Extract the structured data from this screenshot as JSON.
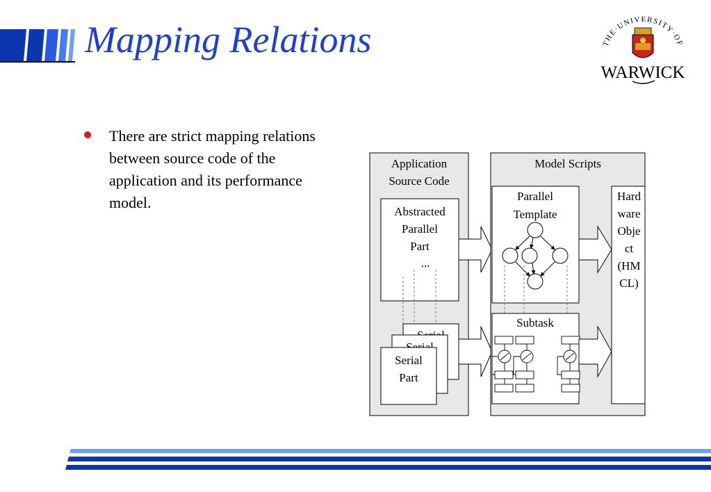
{
  "slide": {
    "title": "Mapping Relations",
    "bullet": "There are strict mapping relations between source code of the application and its performance model."
  },
  "logo": {
    "arc_text": "THE·UNIVERSITY·OF",
    "name": "WARWICK"
  },
  "diagram": {
    "app_header_1": "Application",
    "app_header_2": "Source Code",
    "app_parallel_1": "Abstracted",
    "app_parallel_2": "Parallel",
    "app_parallel_3": "Part",
    "app_parallel_ellipsis": "...",
    "serial_back_label": "Serial",
    "serial_mid_label": "Serial",
    "serial_front_1": "Serial",
    "serial_front_2": "Part",
    "model_header": "Model Scripts",
    "template_1": "Parallel",
    "template_2": "Template",
    "subtask": "Subtask",
    "hw_1": "Hard",
    "hw_2": "ware",
    "hw_3": "Obje",
    "hw_4": "ct",
    "hw_5": "(HM",
    "hw_6": "CL)"
  },
  "colors": {
    "title": "#1f3fcf",
    "bullet": "#e01818",
    "bar_dark": "#0a36b0",
    "bar_light": "#6ea0f0",
    "panel_fill": "#e8e8e8"
  }
}
